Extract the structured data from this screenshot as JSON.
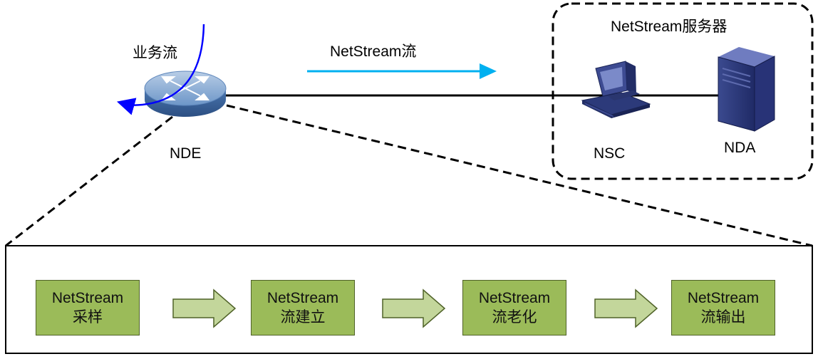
{
  "labels": {
    "business_flow": "业务流",
    "netstream_flow": "NetStream流",
    "server": "NetStream服务器",
    "nde": "NDE",
    "nsc": "NSC",
    "nda": "NDA"
  },
  "steps": [
    {
      "line1": "NetStream",
      "line2": "采样"
    },
    {
      "line1": "NetStream",
      "line2": "流建立"
    },
    {
      "line1": "NetStream",
      "line2": "流老化"
    },
    {
      "line1": "NetStream",
      "line2": "流输出"
    }
  ],
  "colors": {
    "step_fill": "#9bbb59",
    "step_border": "#4f6228",
    "arrow_fill": "#c3d69b",
    "netstream_arrow": "#00b0f0",
    "business_arrow": "#0000ff",
    "router": "#4f81bd"
  },
  "icons": {
    "router": "router-icon",
    "nsc": "workstation-icon",
    "nda": "server-tower-icon"
  }
}
